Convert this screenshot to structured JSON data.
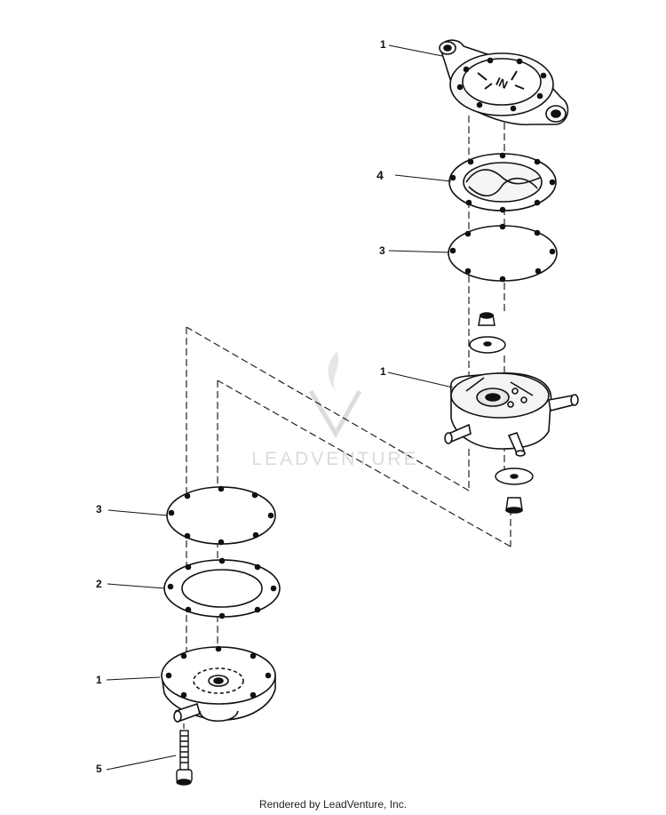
{
  "callouts": {
    "a": "1",
    "b": "4",
    "c": "3",
    "d": "1",
    "e": "3",
    "f": "2",
    "g": "1",
    "h": "5"
  },
  "cover_marking": "IN",
  "watermark": "LEADVENTURE",
  "footer": "Rendered by LeadVenture, Inc.",
  "colors": {
    "ink": "#111111",
    "watermark": "#d4d4d4"
  }
}
